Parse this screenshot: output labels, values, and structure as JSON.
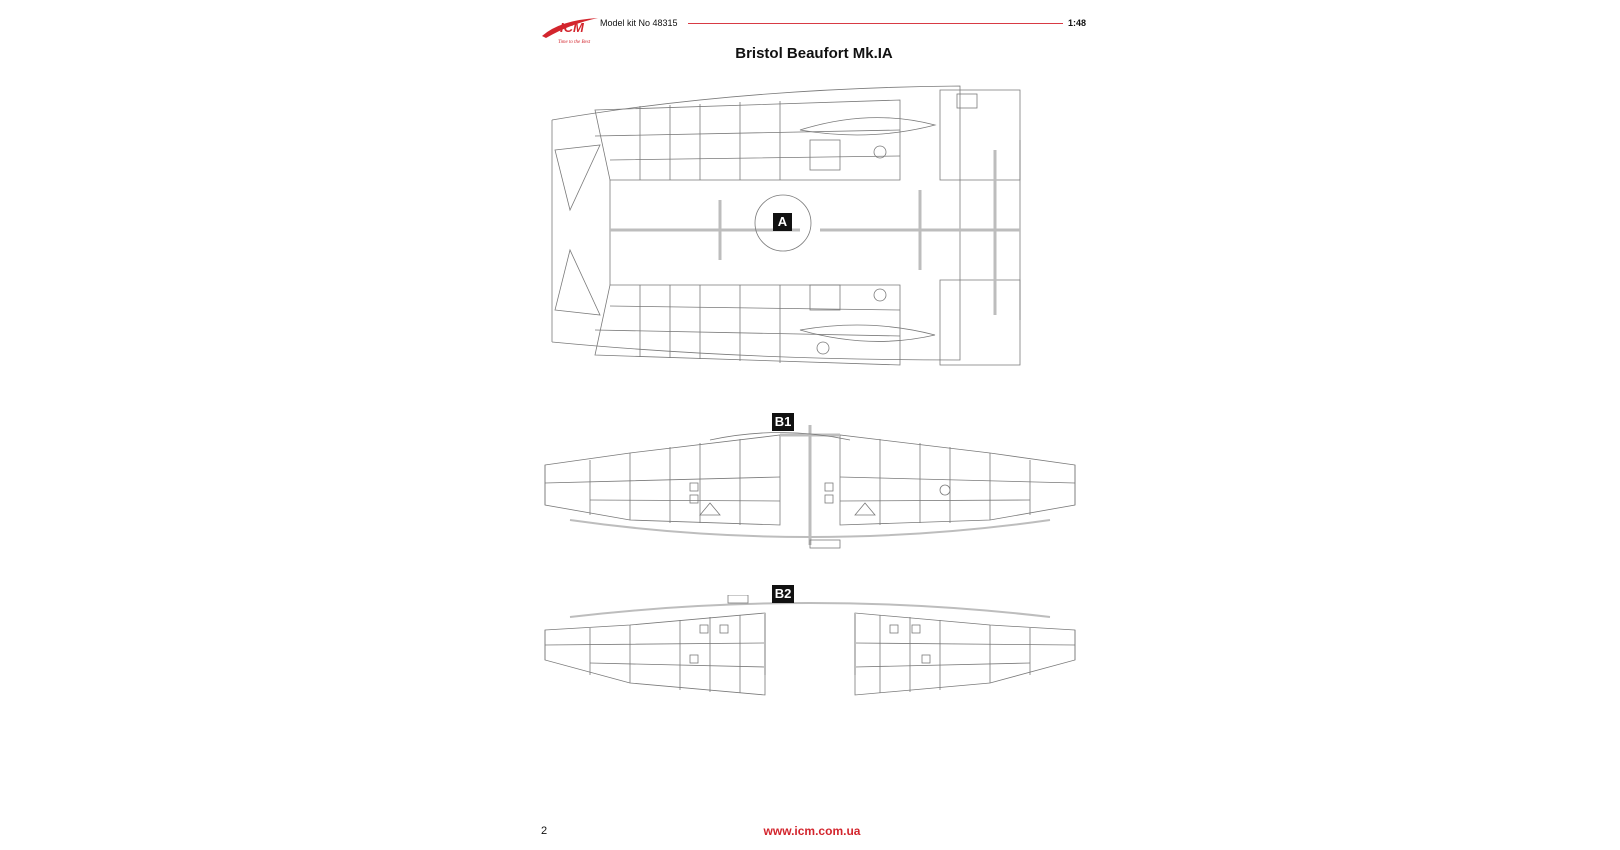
{
  "header": {
    "logo_text": "ICM",
    "logo_tagline": "Time to the Best",
    "kit_number": "Model kit No 48315",
    "scale": "1:48",
    "rule_color": "#d83a44"
  },
  "title": "Bristol Beaufort Mk.IA",
  "sprues": [
    {
      "label": "A"
    },
    {
      "label": "B1"
    },
    {
      "label": "B2"
    }
  ],
  "footer": {
    "page_number": "2",
    "website": "www.icm.com.ua",
    "website_color": "#d3252d"
  }
}
